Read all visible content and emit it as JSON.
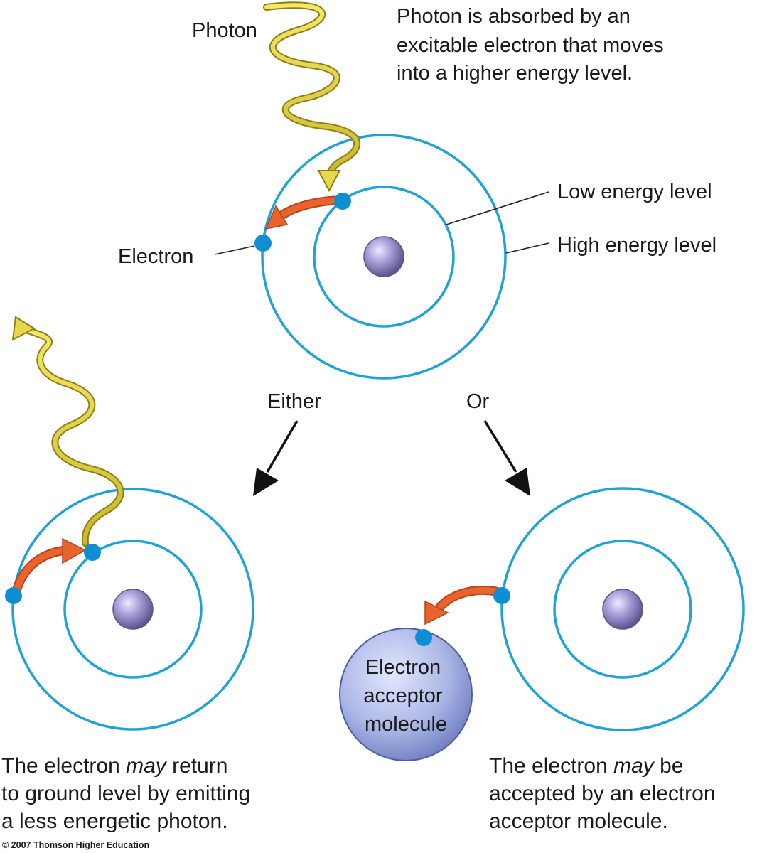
{
  "top": {
    "photon_label": "Photon",
    "description": [
      "Photon is absorbed by an",
      "excitable electron that moves",
      "into a higher energy level."
    ],
    "electron_label": "Electron",
    "low_energy_label": "Low energy level",
    "high_energy_label": "High energy level"
  },
  "branches": {
    "either": "Either",
    "or": "Or"
  },
  "left": {
    "caption_line1_pre": "The electron ",
    "caption_line1_em": "may",
    "caption_line1_post": " return",
    "caption_line2": "to ground level by emitting",
    "caption_line3": "a less energetic photon."
  },
  "right": {
    "acceptor_lines": [
      "Electron",
      "acceptor",
      "molecule"
    ],
    "caption_line1_pre": "The electron ",
    "caption_line1_em": "may",
    "caption_line1_post": " be",
    "caption_line2": "accepted by an electron",
    "caption_line3": "acceptor molecule."
  },
  "copyright": "© 2007 Thomson Higher Education",
  "colors": {
    "orbit": "#1fa3d6",
    "electron": "#0f8fd3",
    "transition_arrow": "#e9642c",
    "photon_wave": "#e6d84a",
    "nucleus": "#8a80c4",
    "acceptor": "#a9b6e8"
  }
}
